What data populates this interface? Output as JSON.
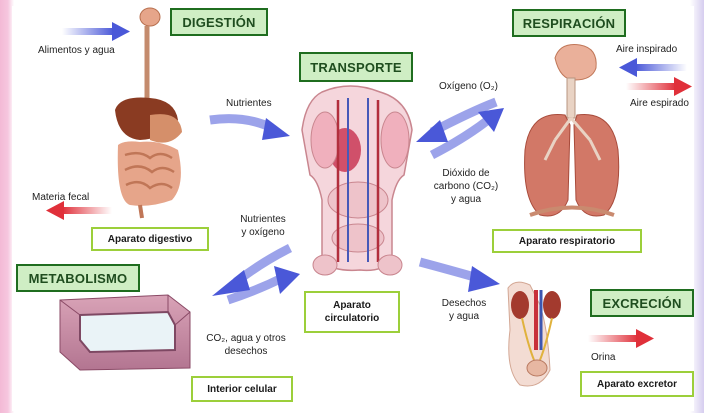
{
  "sections": {
    "digestion": "DIGESTIÓN",
    "transporte": "TRANSPORTE",
    "respiracion": "RESPIRACIÓN",
    "metabolismo": "METABOLISMO",
    "excrecion": "EXCRECIÓN"
  },
  "organ_labels": {
    "digestivo": "Aparato digestivo",
    "circulatorio_1": "Aparato",
    "circulatorio_2": "circulatorio",
    "respiratorio": "Aparato respiratorio",
    "celular": "Interior celular",
    "excretor": "Aparato excretor"
  },
  "flow_labels": {
    "alimentos": "Alimentos y agua",
    "nutrientes": "Nutrientes",
    "materia_fecal": "Materia fecal",
    "nutrientes_oxigeno_1": "Nutrientes",
    "nutrientes_oxigeno_2": "y oxígeno",
    "co2_desechos_1": "CO₂, agua y otros",
    "co2_desechos_2": "desechos",
    "oxigeno": "Oxígeno (O₂)",
    "dioxido_1": "Dióxido de",
    "dioxido_2": "carbono (CO₂)",
    "dioxido_3": "y agua",
    "aire_inspirado": "Aire inspirado",
    "aire_espirado": "Aire espirado",
    "desechos_1": "Desechos",
    "desechos_2": "y agua",
    "orina": "Orina"
  },
  "colors": {
    "title_fill": "#cfeec4",
    "title_border": "#1f6d1f",
    "label_border": "#9ccf3a",
    "arrow_blue": "#4a58d8",
    "arrow_red": "#e0303a"
  }
}
